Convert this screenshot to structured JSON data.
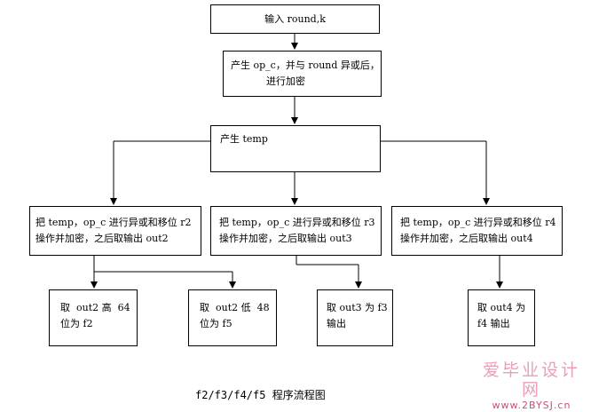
{
  "nodes": {
    "input": "输入 round,k",
    "gen_op_c_line1": "产生 op_c，并与 round 异或后，",
    "gen_op_c_line2": "进行加密",
    "gen_temp": "产生 temp",
    "r2_line1": "把 temp，op_c 进行异或和移位 r2",
    "r2_line2": "操作并加密，之后取输出 out2",
    "r3_line1": "把 temp，op_c 进行异或和移位 r3",
    "r3_line2": "操作并加密，之后取输出 out3",
    "r4_line1": "把 temp，op_c 进行异或和移位 r4",
    "r4_line2": "操作并加密，之后取输出 out4",
    "f2_line1": "取  out2 高  64",
    "f2_line2": "位为 f2",
    "f5_line1": "取  out2 低  48",
    "f5_line2": "位为 f5",
    "f3_line1": "取 out3 为 f3",
    "f3_line2": "输出",
    "f4_line1": "取 out4 为",
    "f4_line2": "f4 输出"
  },
  "caption": "f2/f3/f4/f5 程序流程图",
  "watermark": {
    "site_name": "爱毕业设计网",
    "url": "www.2BYSJ.cn"
  }
}
